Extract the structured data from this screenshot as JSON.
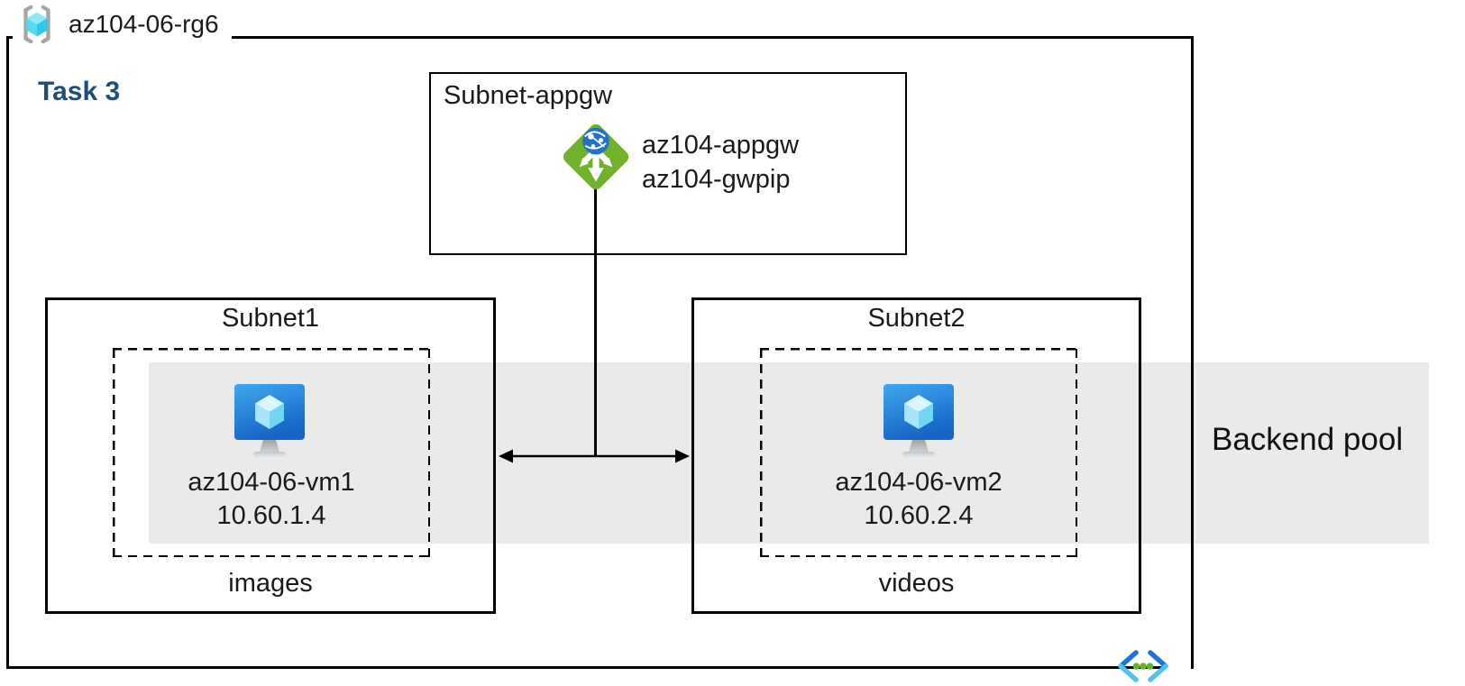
{
  "resource_group": {
    "name": "az104-06-rg6"
  },
  "task_label": "Task 3",
  "appgw_subnet": {
    "title": "Subnet-appgw",
    "gateway_name": "az104-appgw",
    "public_ip_name": "az104-gwpip"
  },
  "subnets": [
    {
      "title": "Subnet1",
      "vm_name": "az104-06-vm1",
      "vm_ip": "10.60.1.4",
      "storage_label": "images"
    },
    {
      "title": "Subnet2",
      "vm_name": "az104-06-vm2",
      "vm_ip": "10.60.2.4",
      "storage_label": "videos"
    }
  ],
  "backend_pool": {
    "label": "Backend pool"
  },
  "icons": {
    "resource_group": "resource-group-icon",
    "application_gateway": "application-gateway-icon",
    "virtual_machine_1": "virtual-machine-icon",
    "virtual_machine_2": "virtual-machine-icon",
    "virtual_network": "virtual-network-icon"
  },
  "colors": {
    "task_label": "#1F4E79",
    "backend_pool_band": "#EAEAEA",
    "appgw_green": "#70B22A",
    "appgw_globe_blue": "#2273C8",
    "vm_screen_top": "#3FA9F0",
    "vm_screen_bottom": "#1565C6",
    "cube_light": "#DCF6FE",
    "cube_mid": "#A7E6F9",
    "cube_deep": "#6FD6F5",
    "rg_bracket_gray": "#A6A6A6",
    "vnet_dark_blue": "#1B74D9",
    "vnet_light_cyan": "#4EC3F0",
    "vnet_dot_green": "#68B42F",
    "line_black": "#000000"
  }
}
